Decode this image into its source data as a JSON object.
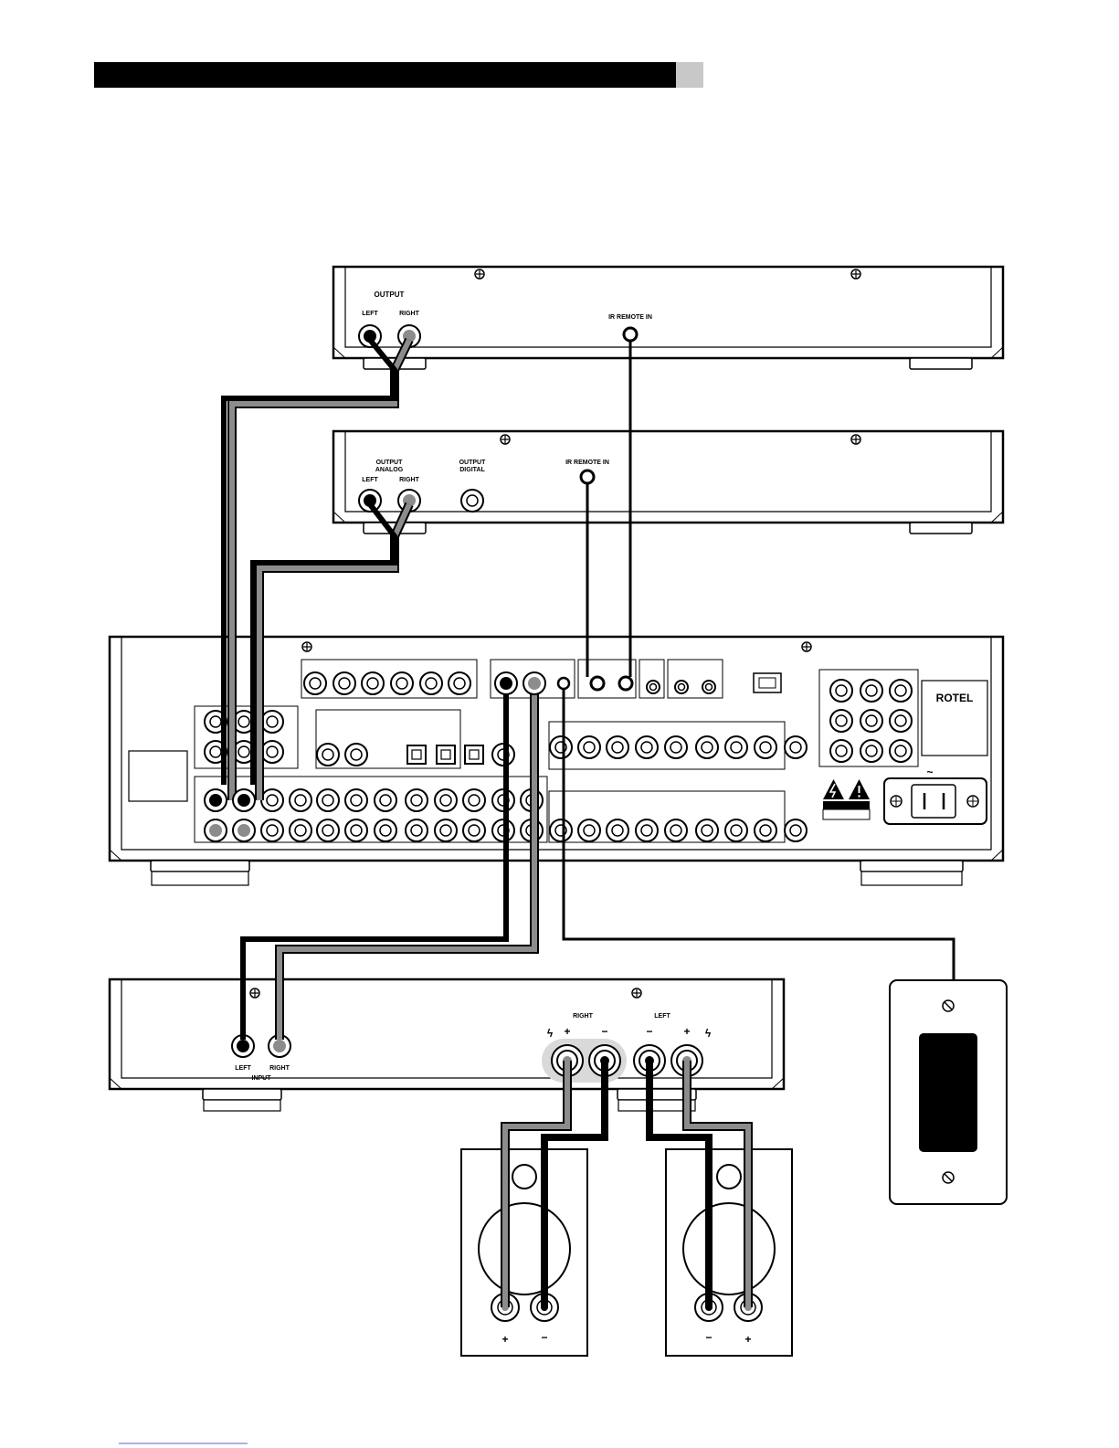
{
  "colors": {
    "cable_left": "#000000",
    "cable_right": "#8c8c8c",
    "header_bar": "#000000",
    "header_tab": "#c8c8c8"
  },
  "source1": {
    "output_label": "OUTPUT",
    "left_label": "LEFT",
    "right_label": "RIGHT",
    "ir_label": "IR REMOTE IN"
  },
  "source2": {
    "analog_line1": "OUTPUT",
    "analog_line2": "ANALOG",
    "digital_line1": "OUTPUT",
    "digital_line2": "DIGITAL",
    "left_label": "LEFT",
    "right_label": "RIGHT",
    "ir_label": "IR REMOTE IN"
  },
  "receiver": {
    "brand": "ROTEL",
    "ac_symbol": "~"
  },
  "amplifier": {
    "right_label": "RIGHT",
    "left_label": "LEFT",
    "plus": "+",
    "minus": "−",
    "input_left": "LEFT",
    "input_right": "RIGHT",
    "input_label": "INPUT",
    "warn_symbol": "ϟ"
  },
  "speaker_left": {
    "plus": "+",
    "minus": "−"
  },
  "speaker_right": {
    "plus": "+",
    "minus": "−"
  },
  "icons": [
    "ir-receiver-icon",
    "warning-triangle-icon",
    "ac-inlet-icon",
    "screw-icon",
    "rca-jack-icon",
    "binding-post-icon"
  ]
}
